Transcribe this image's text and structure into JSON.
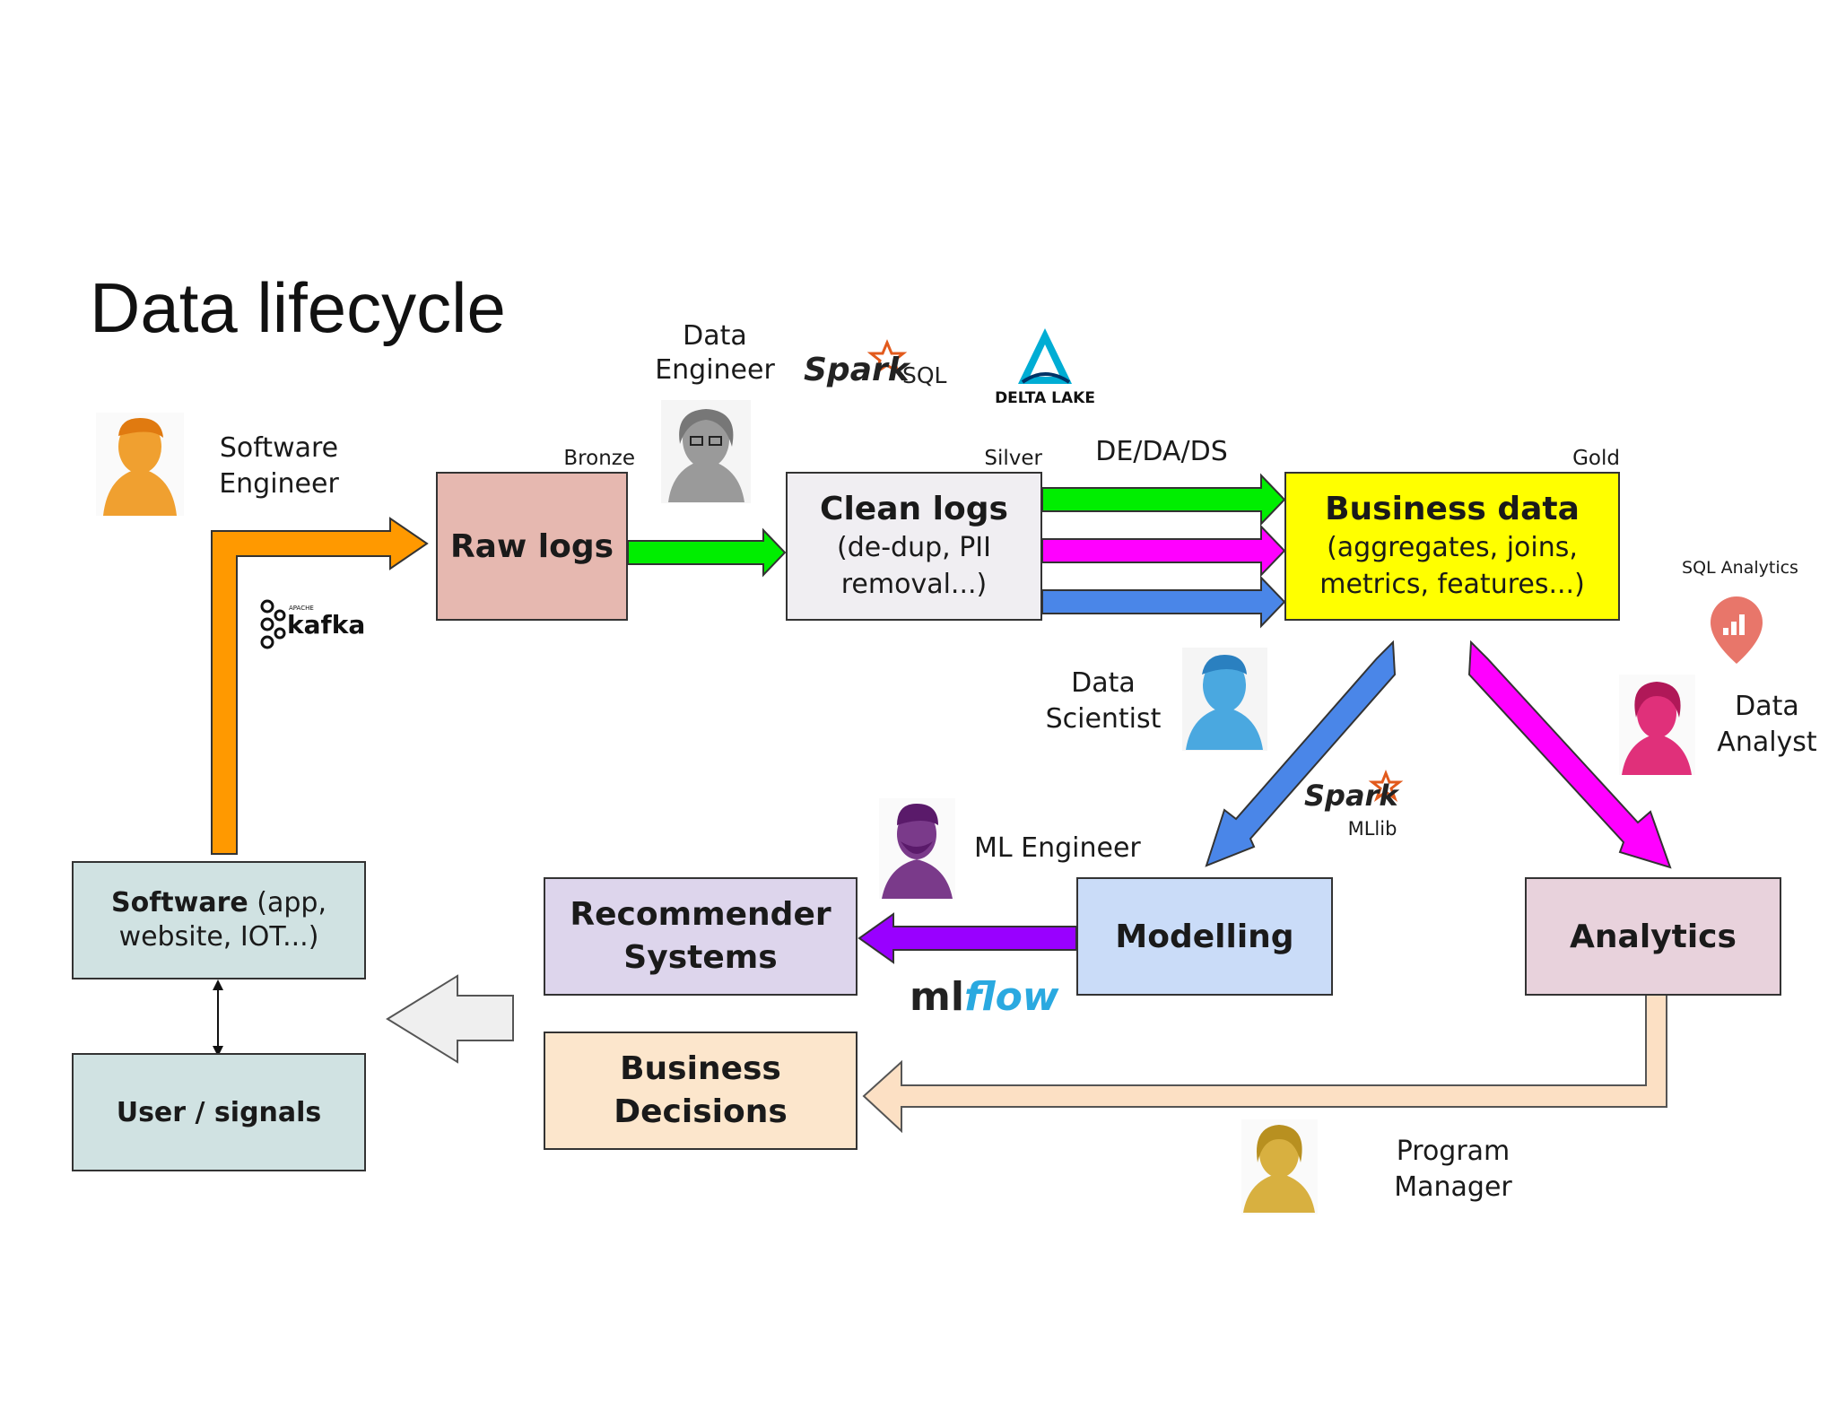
{
  "title": "Data lifecycle",
  "labels": {
    "software_engineer": "Software\nEngineer",
    "data_engineer": "Data\nEngineer",
    "bronze": "Bronze",
    "silver": "Silver",
    "gold": "Gold",
    "de_da_ds": "DE/DA/DS",
    "data_scientist": "Data\nScientist",
    "data_analyst": "Data\nAnalyst",
    "ml_engineer": "ML Engineer",
    "program_manager": "Program\nManager",
    "sql_analytics": "SQL Analytics",
    "mllib": "MLlib"
  },
  "logos": {
    "spark_sql_word": "Spark",
    "spark_sql_suffix": "SQL",
    "delta_lake": "DELTA LAKE",
    "kafka_word": "kafka",
    "kafka_apache": "APACHE",
    "spark_mllib_word": "Spark",
    "mlflow_ml": "ml",
    "mlflow_flow": "flow"
  },
  "boxes": {
    "raw_logs": {
      "title": "Raw logs"
    },
    "clean_logs": {
      "title": "Clean logs",
      "subtitle": "(de-dup, PII\nremoval...)"
    },
    "business_data": {
      "title": "Business data",
      "subtitle": "(aggregates, joins,\nmetrics, features...)"
    },
    "software": {
      "title": "Software",
      "subtitle": "(app,\nwebsite, IOT...)"
    },
    "user_signals": {
      "title": "User / signals"
    },
    "recommender": {
      "title": "Recommender\nSystems"
    },
    "business_decisions": {
      "title": "Business\nDecisions"
    },
    "modelling": {
      "title": "Modelling"
    },
    "analytics": {
      "title": "Analytics"
    }
  },
  "colors": {
    "raw_logs": "#e6b8b0",
    "clean_logs": "#f0eef2",
    "business_data": "#ffff00",
    "software": "#d0e2e2",
    "user_signals": "#d0e2e2",
    "recommender": "#ddd5ec",
    "business_decisions": "#fce6cc",
    "modelling": "#cadcf8",
    "analytics": "#e8d2dc",
    "arrow_orange": "#ff9900",
    "arrow_green": "#00ee00",
    "arrow_magenta": "#ff00ff",
    "arrow_blue": "#4a86e8",
    "arrow_purple": "#9900ff",
    "arrow_peach": "#fce0c4",
    "arrow_gray": "#efefef",
    "person_orange": "#f0a030",
    "person_gray": "#9a9a9a",
    "person_blue": "#4aa8e0",
    "person_pink": "#e0307a",
    "person_purple": "#7a3a8a",
    "person_gold": "#d8b040"
  },
  "icons": {
    "software_engineer": "person-icon",
    "data_engineer": "person-glasses-icon",
    "data_scientist": "person-icon",
    "data_analyst": "person-icon",
    "ml_engineer": "person-beard-icon",
    "program_manager": "person-icon",
    "sql_analytics": "chart-pin-icon"
  }
}
